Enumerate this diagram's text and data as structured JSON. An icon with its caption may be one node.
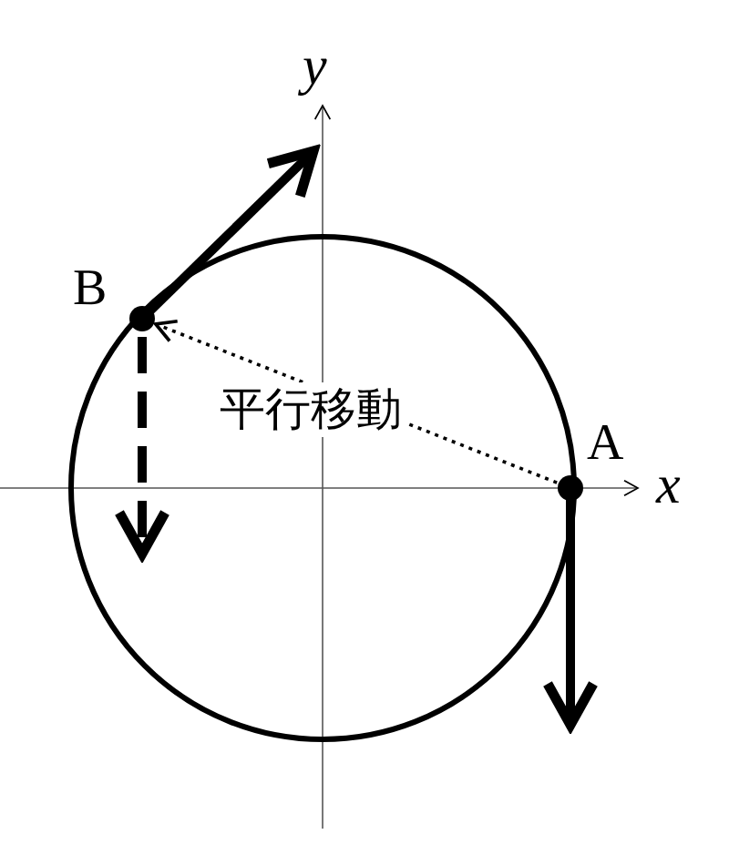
{
  "diagram": {
    "nodes": [
      {
        "text": [
          "A"
        ]
      },
      {
        "text": [
          "B"
        ]
      }
    ],
    "edges": [
      {
        "from": 0,
        "to": 1,
        "arrow": "to",
        "label": "平行移動",
        "style": "dashed"
      }
    ],
    "labels": [
      "y",
      "x"
    ]
  }
}
